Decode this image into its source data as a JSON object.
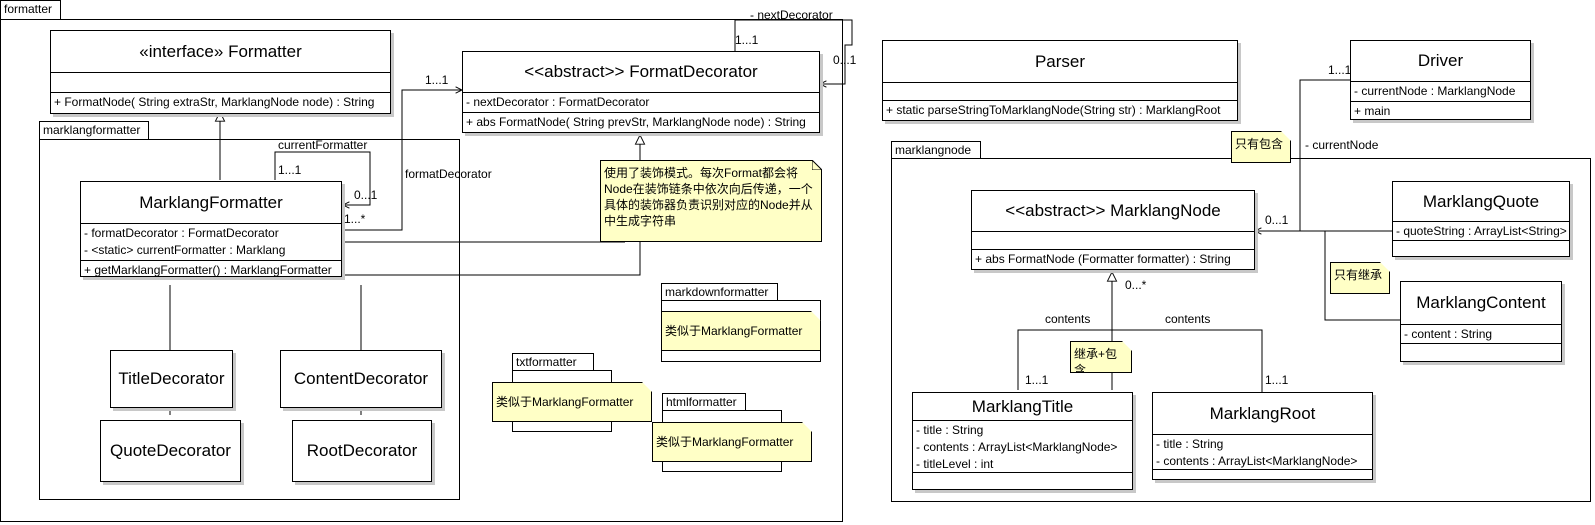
{
  "packages": {
    "formatter": "formatter",
    "marklangformatter": "marklangformatter",
    "markdownformatter": "markdownformatter",
    "txtformatter": "txtformatter",
    "htmlformatter": "htmlformatter",
    "marklangnode": "marklangnode"
  },
  "classes": {
    "formatter": {
      "name": "«interface» Formatter",
      "methods": [
        "+ FormatNode( String extraStr, MarklangNode node) : String"
      ]
    },
    "format_decorator": {
      "name": "<<abstract>> FormatDecorator",
      "attributes": [
        "- nextDecorator : FormatDecorator"
      ],
      "methods": [
        "+ abs FormatNode( String prevStr, MarklangNode node) : String"
      ]
    },
    "marklang_formatter": {
      "name": "MarklangFormatter",
      "attributes": [
        "- formatDecorator : FormatDecorator",
        "- <static> currentFormatter : Marklang"
      ],
      "methods": [
        "+ getMarklangFormatter() : MarklangFormatter"
      ]
    },
    "title_decorator": {
      "name": "TitleDecorator"
    },
    "content_decorator": {
      "name": "ContentDecorator"
    },
    "quote_decorator": {
      "name": "QuoteDecorator"
    },
    "root_decorator": {
      "name": "RootDecorator"
    },
    "parser": {
      "name": "Parser",
      "methods": [
        "+ static parseStringToMarklangNode(String str) : MarklangRoot"
      ]
    },
    "driver": {
      "name": "Driver",
      "attributes": [
        "- currentNode : MarklangNode"
      ],
      "methods": [
        "+ main"
      ]
    },
    "marklang_node": {
      "name": "<<abstract>> MarklangNode",
      "methods": [
        "+ abs FormatNode (Formatter formatter) : String"
      ]
    },
    "marklang_quote": {
      "name": "MarklangQuote",
      "attributes": [
        "- quoteString : ArrayList<String>"
      ]
    },
    "marklang_content": {
      "name": "MarklangContent",
      "attributes": [
        "- content : String"
      ]
    },
    "marklang_title": {
      "name": "MarklangTitle",
      "attributes": [
        "- title : String",
        "- contents : ArrayList<MarklangNode>",
        "- titleLevel : int"
      ]
    },
    "marklang_root": {
      "name": "MarklangRoot",
      "attributes": [
        "- title : String",
        "- contents : ArrayList<MarklangNode>"
      ]
    }
  },
  "notes": {
    "decorator": "使用了装饰模式。每次Format都会将Node在装饰链条中依次向后传递，一个具体的装饰器负责识别对应的Node并从中生成字符串",
    "markdown": "类似于MarklangFormatter",
    "txt": "类似于MarklangFormatter",
    "html": "类似于MarklangFormatter",
    "only_contains": "只有包含",
    "only_inherits": "只有继承",
    "inherit_contains": "继承+包含"
  },
  "labels": {
    "next_decorator": "- nextDecorator",
    "mult_1_1_top": "1...1",
    "mult_0_1_top": "0...1",
    "mult_1_1_fd": "1...1",
    "format_decorator": "formatDecorator",
    "current_formatter": "currentFormatter",
    "mult_1_1_cf": "1...1",
    "mult_0_1_cf": "0...1",
    "mult_1_star": "1...*",
    "mult_1_1_driver": "1...1",
    "current_node": "- currentNode",
    "mult_0_1_node": "0...1",
    "mult_0_star": "0...*",
    "contents_left": "contents",
    "contents_right": "contents",
    "mult_1_1_title": "1...1",
    "mult_1_1_root": "1...1"
  },
  "colors": {
    "note_fill": "#ffffc6",
    "shadow": "#c8c8c8",
    "line": "#000000"
  }
}
